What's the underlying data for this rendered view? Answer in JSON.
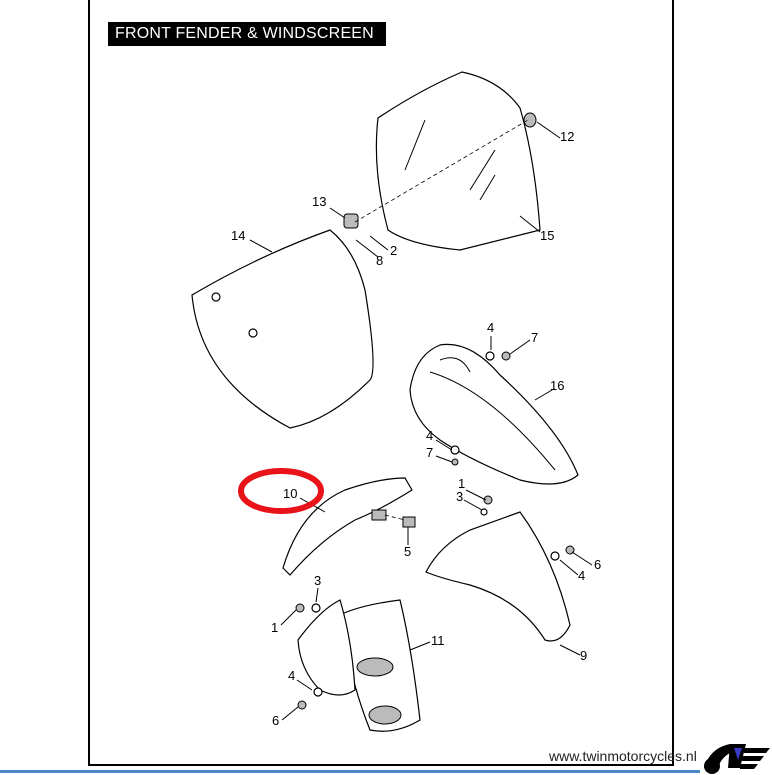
{
  "title": "FRONT FENDER & WINDSCREEN",
  "footer": {
    "website": "www.twinmotorcycles.nl",
    "logo": "twin-motorcycles-logo"
  },
  "highlight": {
    "part": "10",
    "color": "#e8141a"
  },
  "callouts": [
    "12",
    "13",
    "2",
    "8",
    "14",
    "15",
    "4",
    "7",
    "16",
    "4",
    "7",
    "10",
    "1",
    "3",
    "5",
    "6",
    "4",
    "3",
    "1",
    "11",
    "9",
    "4",
    "6"
  ]
}
